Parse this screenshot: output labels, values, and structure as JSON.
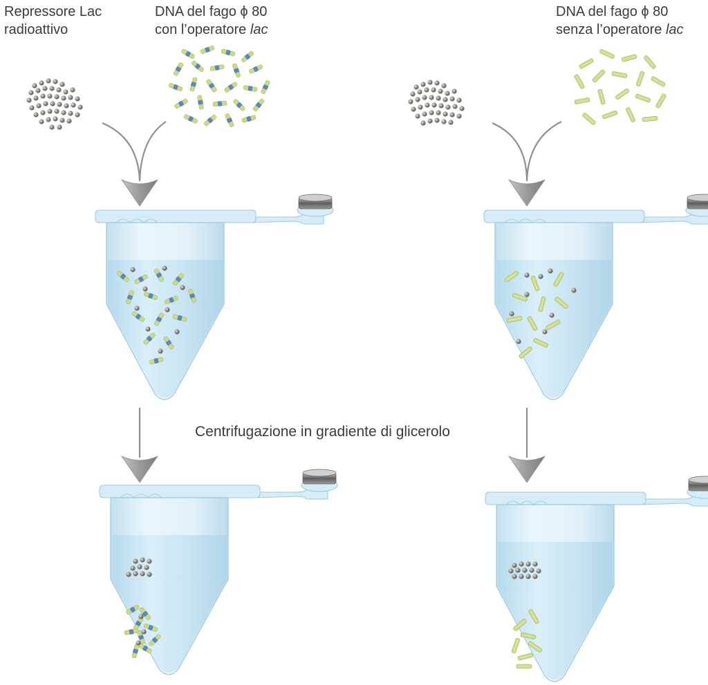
{
  "labels": {
    "repressor_line1": "Repressore Lac",
    "repressor_line2": "radioattivo",
    "dna_with_line1": "DNA del fago ϕ 80",
    "dna_with_line2_prefix": "con l’operatore ",
    "dna_with_line2_italic": "lac",
    "dna_without_line1": "DNA del fago ϕ 80",
    "dna_without_line2_prefix": "senza l’operatore ",
    "dna_without_line2_italic": "lac",
    "centrifuge": "Centrifugazione in gradiente di glicerolo"
  },
  "colors": {
    "tube_fill": "#dbeef8",
    "tube_stroke": "#9cc8de",
    "liquid": "#c9e6f4",
    "particle": "#8a8680",
    "dna_green": "#cbd98a",
    "dna_blue": "#5b88b8",
    "arrow_fill": "#a9a9a9",
    "cap_metal": "#6e6e6e"
  }
}
